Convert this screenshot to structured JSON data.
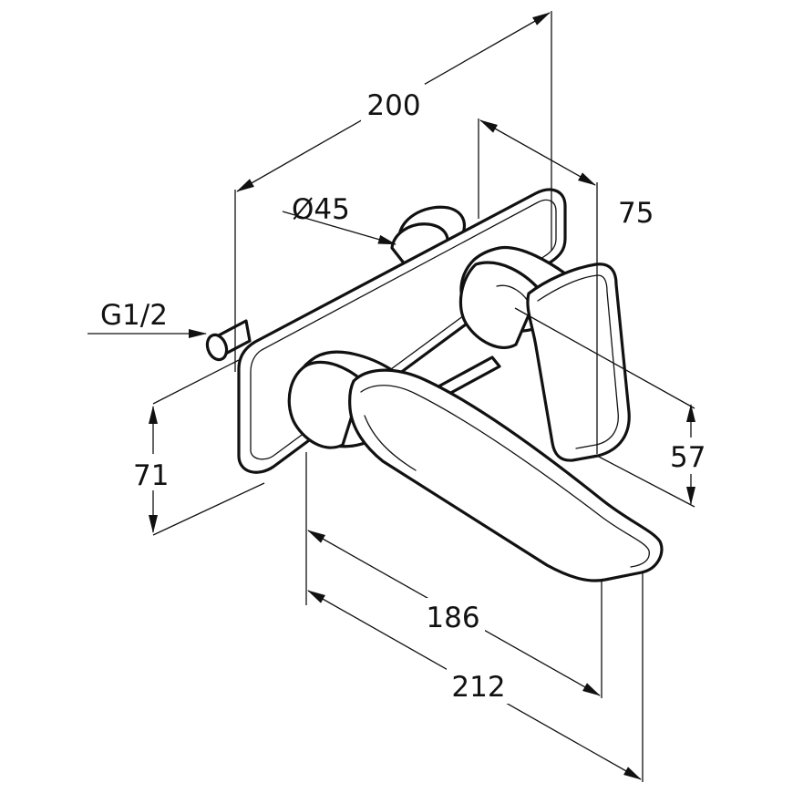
{
  "dimensions": {
    "overall_depth": "200",
    "escutcheon_diameter": "Ø45",
    "handle_depth": "75",
    "connection_thread": "G1/2",
    "spout_height": "71",
    "handle_height": "57",
    "spout_projection": "186",
    "total_projection": "212"
  },
  "colors": {
    "line": "#111111",
    "background": "#ffffff"
  }
}
